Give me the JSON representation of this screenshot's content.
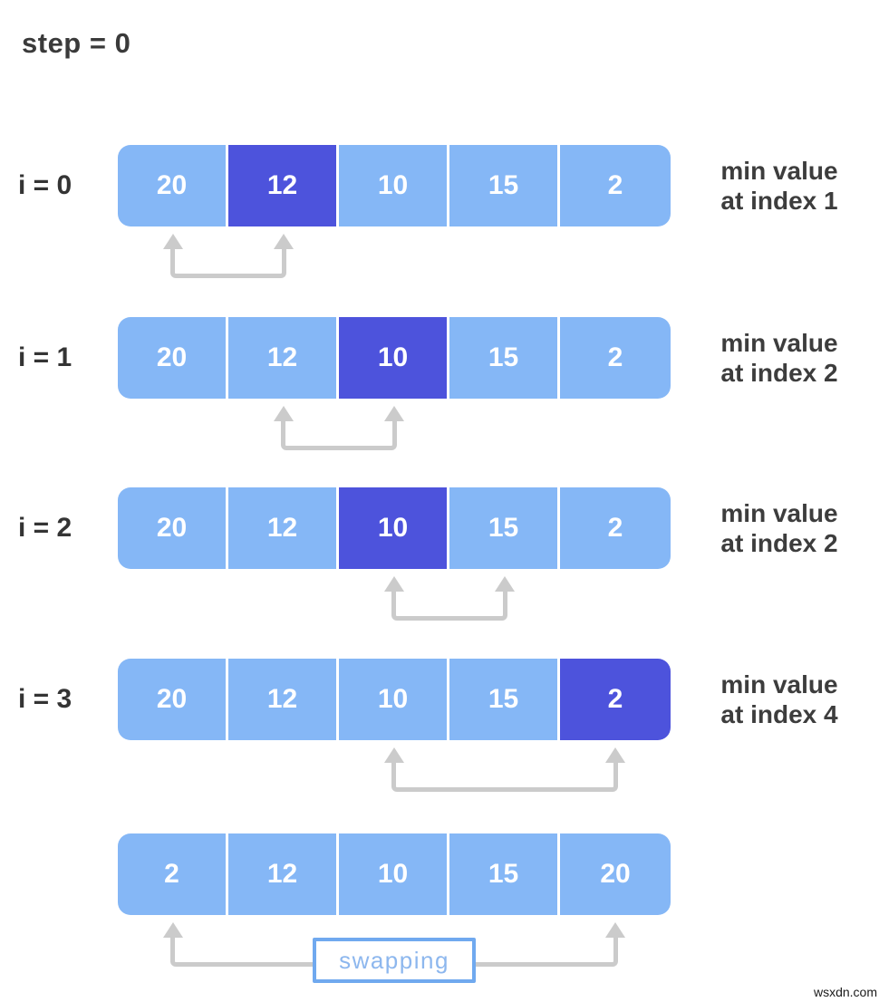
{
  "title": "step = 0",
  "watermark": "wsxdn.com",
  "colors": {
    "cell_blue": "#85b7f6",
    "highlight_blue": "#4d53dc",
    "text_dark": "#3d3d3d",
    "arrow_gray": "#cbcbcb",
    "swap_border_blue": "#70a9ef",
    "swap_text_blue": "#8db7ee"
  },
  "rows": [
    {
      "label": "i = 0",
      "values": [
        "20",
        "12",
        "10",
        "15",
        "2"
      ],
      "highlight_index": 1,
      "note": [
        "min value",
        "at index 1"
      ],
      "compare_arrow": {
        "from_index": 0,
        "to_index": 1
      }
    },
    {
      "label": "i = 1",
      "values": [
        "20",
        "12",
        "10",
        "15",
        "2"
      ],
      "highlight_index": 2,
      "note": [
        "min value",
        "at index 2"
      ],
      "compare_arrow": {
        "from_index": 1,
        "to_index": 2
      }
    },
    {
      "label": "i = 2",
      "values": [
        "20",
        "12",
        "10",
        "15",
        "2"
      ],
      "highlight_index": 2,
      "note": [
        "min value",
        "at index 2"
      ],
      "compare_arrow": {
        "from_index": 2,
        "to_index": 3
      }
    },
    {
      "label": "i = 3",
      "values": [
        "20",
        "12",
        "10",
        "15",
        "2"
      ],
      "highlight_index": 4,
      "note": [
        "min value",
        "at index 4"
      ],
      "compare_arrow": {
        "from_index": 2,
        "to_index": 4
      }
    },
    {
      "label": "",
      "values": [
        "2",
        "12",
        "10",
        "15",
        "20"
      ],
      "highlight_index": -1,
      "note": null,
      "compare_arrow": {
        "from_index": 0,
        "to_index": 4
      },
      "swap_label": "swapping"
    }
  ]
}
